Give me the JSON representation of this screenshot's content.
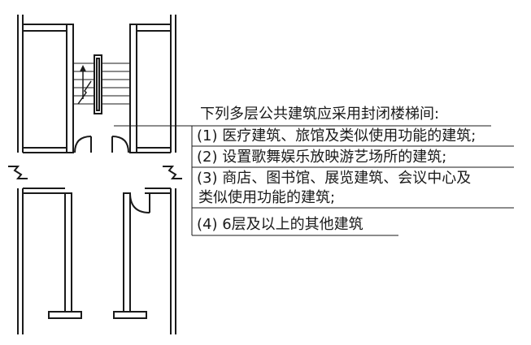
{
  "title": "下列多层公共建筑应采用封闭楼梯间:",
  "items": [
    {
      "lines": [
        "(1) 医疗建筑、旅馆及类似使用功能的建筑;"
      ]
    },
    {
      "lines": [
        "(2) 设置歌舞娱乐放映游艺场所的建筑;"
      ]
    },
    {
      "lines": [
        "(3) 商店、图书馆、展览建筑、会议中心及",
        "类似使用功能的建筑;"
      ]
    },
    {
      "lines": [
        "(4) 6层及以上的其他建筑"
      ]
    }
  ],
  "colors": {
    "line": "#1a1a1a",
    "background": "#ffffff"
  }
}
